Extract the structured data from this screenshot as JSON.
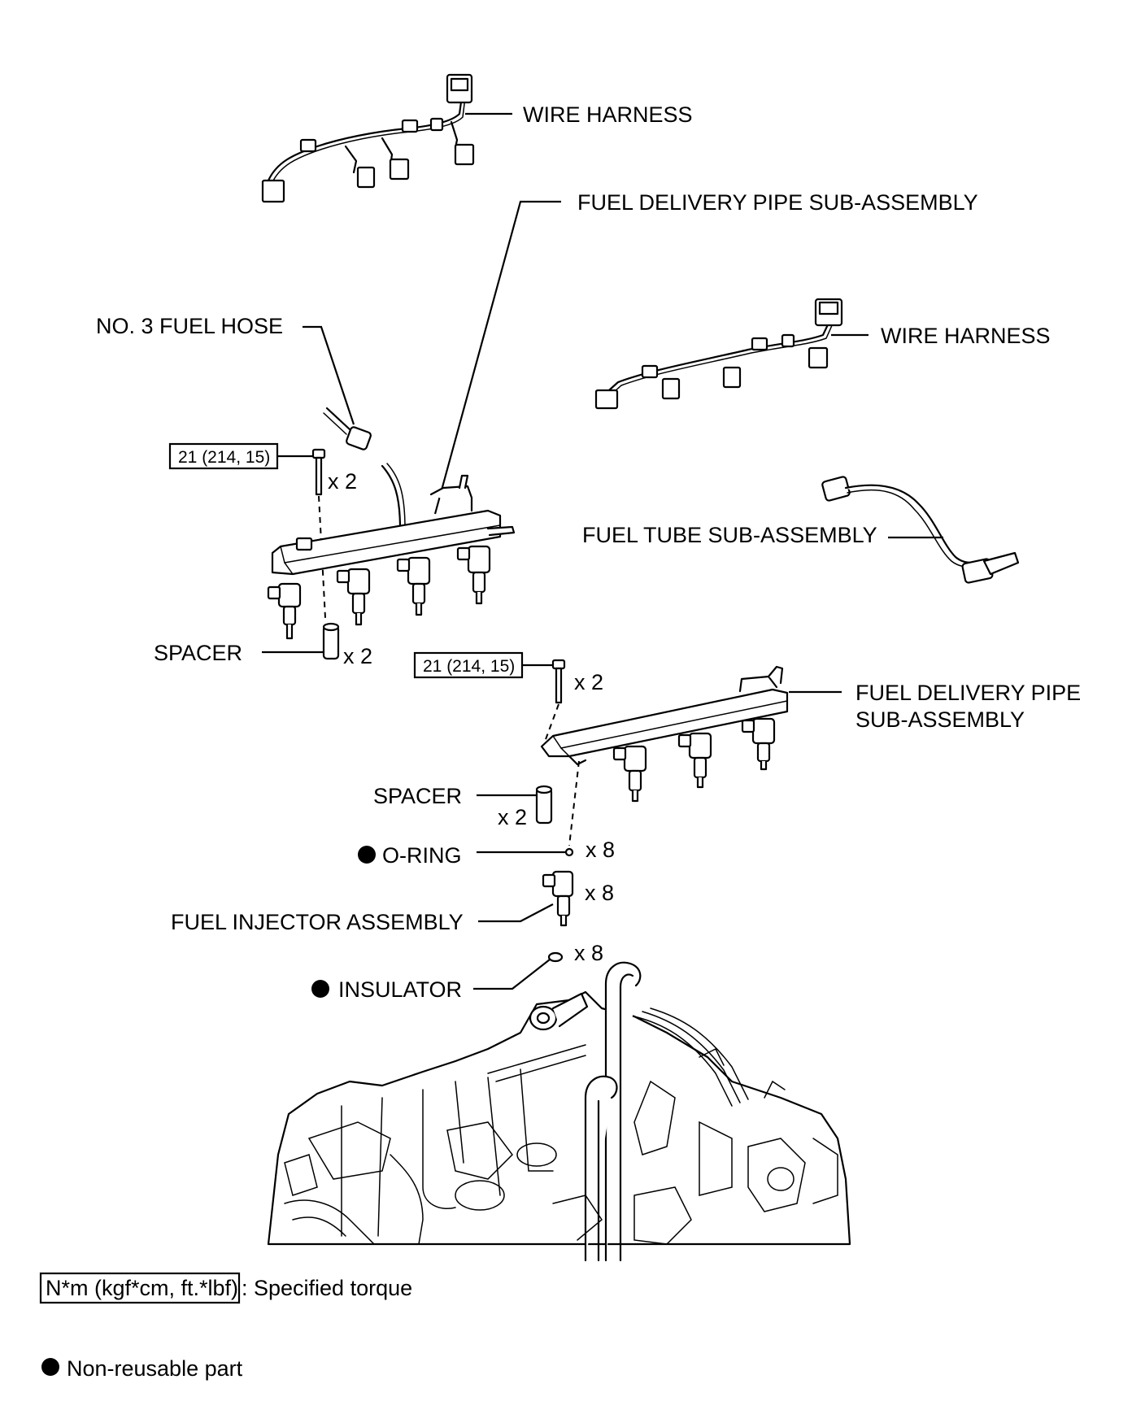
{
  "labels": {
    "wire_harness_top": "WIRE HARNESS",
    "fuel_delivery_pipe_top": "FUEL DELIVERY PIPE SUB-ASSEMBLY",
    "no3_fuel_hose": "NO. 3 FUEL HOSE",
    "wire_harness_right": "WIRE HARNESS",
    "torque_left": "21 (214, 15)",
    "qty_bolt_left": "x 2",
    "fuel_tube": "FUEL TUBE SUB-ASSEMBLY",
    "spacer_left": "SPACER",
    "qty_spacer_left": "x 2",
    "torque_right": "21 (214, 15)",
    "qty_bolt_right": "x 2",
    "fuel_delivery_pipe_right_line1": "FUEL DELIVERY PIPE",
    "fuel_delivery_pipe_right_line2": "SUB-ASSEMBLY",
    "spacer_right": "SPACER",
    "qty_spacer_right": "x 2",
    "o_ring": "O-RING",
    "qty_o_ring": "x 8",
    "fuel_injector": "FUEL INJECTOR ASSEMBLY",
    "qty_injector": "x 8",
    "insulator": "INSULATOR",
    "qty_insulator": "x 8"
  },
  "legend": {
    "torque_box": "N*m (kgf*cm, ft.*lbf)",
    "torque_desc": ": Specified torque",
    "non_reusable": "Non-reusable part"
  }
}
